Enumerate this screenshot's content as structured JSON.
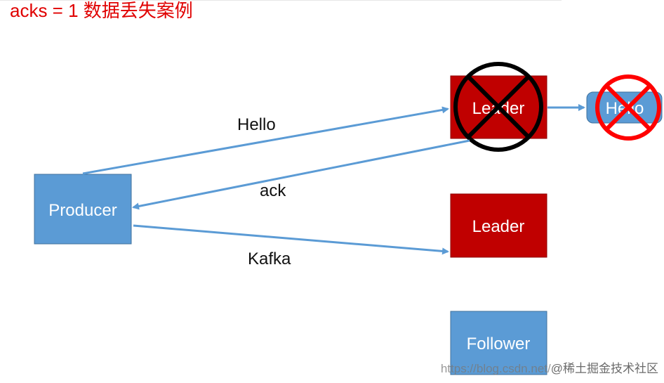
{
  "title": "acks = 1 数据丢失案例",
  "nodes": {
    "producer": "Producer",
    "leader_failed": "Leader",
    "message_lost": "Hello",
    "leader": "Leader",
    "follower": "Follower"
  },
  "edges": {
    "hello": "Hello",
    "ack": "ack",
    "kafka": "Kafka"
  },
  "watermark": {
    "url": "https://blog.csdn.net/",
    "site": "@稀土掘金技术社区"
  },
  "colors": {
    "title": "#e00000",
    "blue_box": "#5b9bd5",
    "red_box": "#c00000",
    "arrow": "#5b9bd5",
    "cross_black": "#000000",
    "cross_red": "#ff0000"
  }
}
